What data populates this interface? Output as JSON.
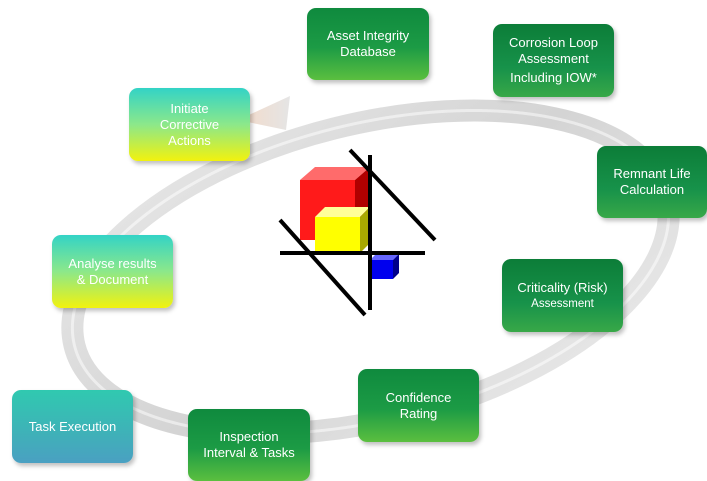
{
  "steps": {
    "asset_integrity": {
      "line1": "Asset Integrity",
      "line2": "Database"
    },
    "corrosion_loop": {
      "line1": "Corrosion Loop",
      "line2": "Assessment",
      "line3": "Including IOW*"
    },
    "remnant_life": {
      "line1": "Remnant Life",
      "line2": "Calculation"
    },
    "criticality": {
      "line1": "Criticality (Risk)",
      "line2": "Assessment"
    },
    "confidence": {
      "line1": "Confidence",
      "line2": "Rating"
    },
    "inspection": {
      "line1": "Inspection",
      "line2": "Interval & Tasks"
    },
    "task_execution": {
      "line1": "Task Execution"
    },
    "analyse": {
      "line1": "Analyse results",
      "line2": "& Document"
    },
    "corrective": {
      "line1": "Initiate",
      "line2": "Corrective",
      "line3": "Actions"
    }
  },
  "colors": {
    "green": "#1c9b45",
    "cyan": "#33d3c6",
    "yellow": "#f2f20e",
    "teal": "#3fb1b8",
    "logo_red": "#ff1a1a",
    "logo_yellow": "#ffff00",
    "logo_blue": "#0000ee"
  }
}
